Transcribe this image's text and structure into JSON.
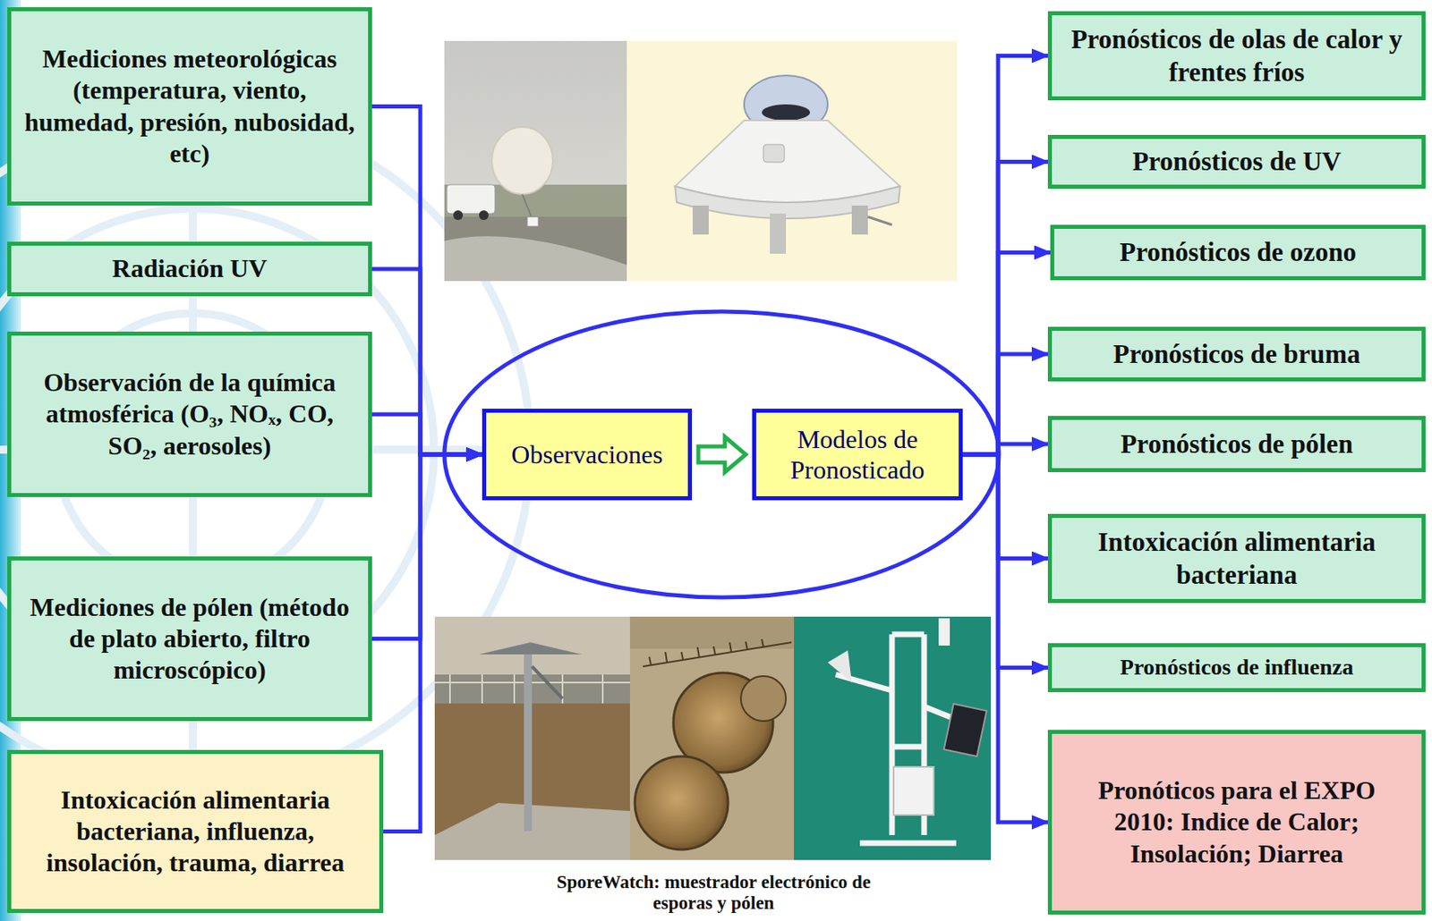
{
  "diagram": {
    "nodes": [
      {
        "text": [
          "Mediciones meteorológicas (temperatura, viento, humedad, presión, nubosidad, etc)"
        ]
      },
      {
        "text": [
          "Radiación UV"
        ]
      },
      {
        "text": [
          "Observación de la química atmosférica (O₃, NOₓ, CO, SO₂, aerosoles)"
        ]
      },
      {
        "text": [
          "Mediciones de pólen (método de plato abierto, filtro microscópico)"
        ]
      },
      {
        "text": [
          "Intoxicación alimentaria bacteriana, influenza, insolación, trauma, diarrea"
        ]
      },
      {
        "text": [
          "Observaciones"
        ]
      },
      {
        "text": [
          "Modelos de Pronosticado"
        ]
      },
      {
        "text": [
          "Pronósticos de olas de calor y frentes fríos"
        ]
      },
      {
        "text": [
          "Pronósticos de UV"
        ]
      },
      {
        "text": [
          "Pronósticos de ozono"
        ]
      },
      {
        "text": [
          "Pronósticos de bruma"
        ]
      },
      {
        "text": [
          "Pronósticos de pólen"
        ]
      },
      {
        "text": [
          "Intoxicación alimentaria bacteriana"
        ]
      },
      {
        "text": [
          "Pronósticos de influenza"
        ]
      },
      {
        "text": [
          "Pronóticos para el EXPO 2010: Indice de Calor; Insolación; Diarrea"
        ]
      }
    ],
    "edges": [
      {
        "from": 0,
        "to": 5,
        "arrow": "to"
      },
      {
        "from": 1,
        "to": 5,
        "arrow": "to"
      },
      {
        "from": 2,
        "to": 5,
        "arrow": "to"
      },
      {
        "from": 3,
        "to": 5,
        "arrow": "to"
      },
      {
        "from": 4,
        "to": 5,
        "arrow": "to"
      },
      {
        "from": 5,
        "to": 6,
        "arrow": "to"
      },
      {
        "from": 6,
        "to": 7,
        "arrow": "to"
      },
      {
        "from": 6,
        "to": 8,
        "arrow": "to"
      },
      {
        "from": 6,
        "to": 9,
        "arrow": "to"
      },
      {
        "from": 6,
        "to": 10,
        "arrow": "to"
      },
      {
        "from": 6,
        "to": 11,
        "arrow": "to"
      },
      {
        "from": 6,
        "to": 12,
        "arrow": "to"
      },
      {
        "from": 6,
        "to": 13,
        "arrow": "to"
      },
      {
        "from": 6,
        "to": 14,
        "arrow": "to"
      }
    ],
    "labels": [
      "SporeWatch: muestrador electrónico de esporas y pólen"
    ]
  }
}
